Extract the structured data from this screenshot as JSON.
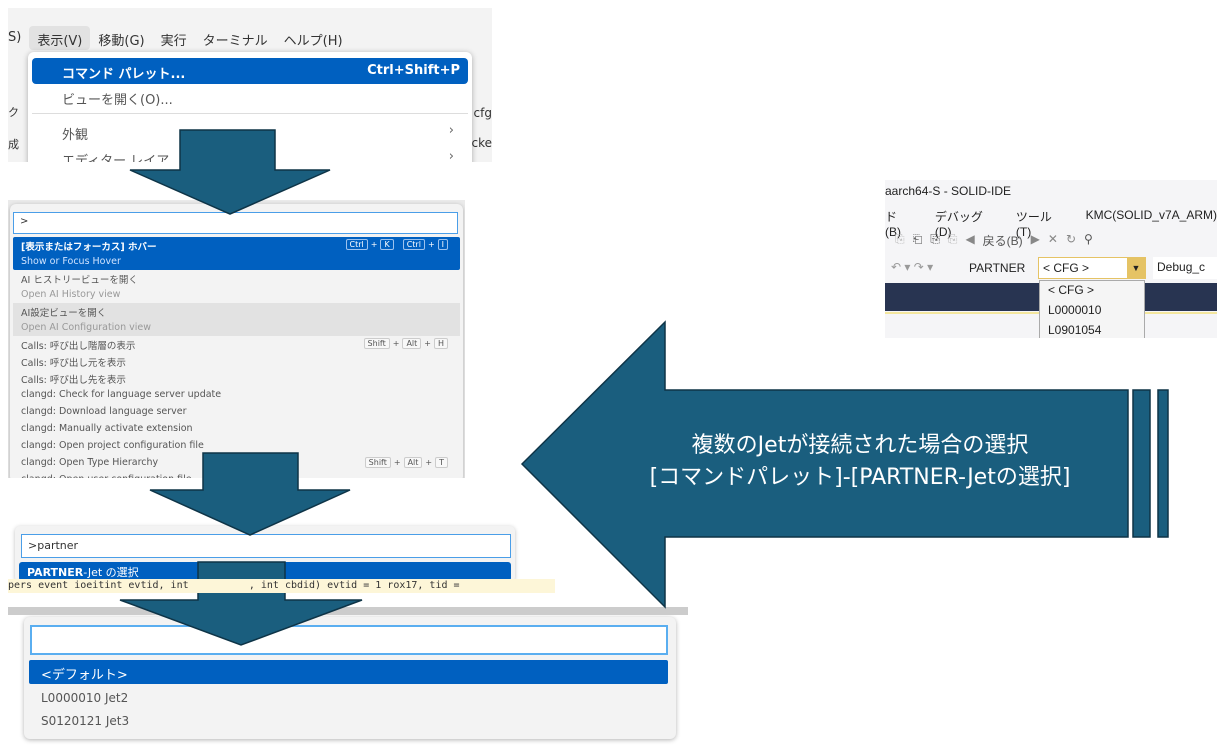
{
  "menu_screenshot": {
    "menubar": [
      "S)",
      "表示(V)",
      "移動(G)",
      "実行",
      "ターミナル",
      "ヘルプ(H)"
    ],
    "items": [
      {
        "label": "コマンド パレット...",
        "shortcut": "Ctrl+Shift+P",
        "selected": true
      },
      {
        "label": "ビューを開く(O)..."
      },
      {
        "label": "外観",
        "submenu": true
      },
      {
        "label": "エディター レイア",
        "submenu": true
      }
    ],
    "side_left": [
      "ク",
      "成"
    ],
    "side_right": [
      "cfg",
      "cke"
    ]
  },
  "command_palette": {
    "input": ">",
    "items": [
      {
        "label": "[表示またはフォーカス] ホバー",
        "sub": "Show or Focus Hover",
        "keys": [
          "Ctrl",
          "+",
          "K",
          "Ctrl",
          "+",
          "I"
        ],
        "selected": true
      },
      {
        "label": "AI ヒストリービューを開く",
        "sub": "Open AI History view"
      },
      {
        "label": "AI設定ビューを開く",
        "sub": "Open AI Configuration view",
        "hover": true
      },
      {
        "label": "Calls: 呼び出し階層の表示",
        "keys": [
          "Shift",
          "+",
          "Alt",
          "+",
          "H"
        ]
      },
      {
        "label": "Calls: 呼び出し元を表示"
      },
      {
        "label": "Calls: 呼び出し先を表示"
      },
      {
        "label": "clangd: Check for language server update"
      },
      {
        "label": "clangd: Download language server"
      },
      {
        "label": "clangd: Manually activate extension"
      },
      {
        "label": "clangd: Open project configuration file"
      },
      {
        "label": "clangd: Open Type Hierarchy",
        "keys": [
          "Shift",
          "+",
          "Alt",
          "+",
          "T"
        ]
      },
      {
        "label": "clangd: Open user configuration file"
      }
    ]
  },
  "partner_search": {
    "input": ">partner",
    "result_bold": "PARTNER",
    "result_rest": "-Jet の選択",
    "code_line": "pers event ioeitint evtid, int          , int cbdid) evtid = 1 rox17, tid ="
  },
  "jet_select": {
    "input": "",
    "items": [
      {
        "label": "<デフォルト>",
        "selected": true
      },
      {
        "label": "L0000010  Jet2"
      },
      {
        "label": "S0120121  Jet3"
      }
    ]
  },
  "solid_ide": {
    "title": "aarch64-S - SOLID-IDE",
    "menu": [
      "ド(B)",
      "デバッグ(D)",
      "ツール(T)",
      "KMC(SOLID_v7A_ARM)"
    ],
    "back_label": "戻る(B)",
    "partner_label": "PARTNER",
    "combo_value": "< CFG >",
    "config_value": "Debug_c",
    "options": [
      "< CFG >",
      "L0000010",
      "L0901054"
    ]
  },
  "callout": {
    "line1": "複数のJetが接続された場合の選択",
    "line2": "[コマンドパレット]-[PARTNER-Jetの選択]"
  },
  "colors": {
    "arrow": "#1a5e7e",
    "selection": "#0060c0"
  }
}
